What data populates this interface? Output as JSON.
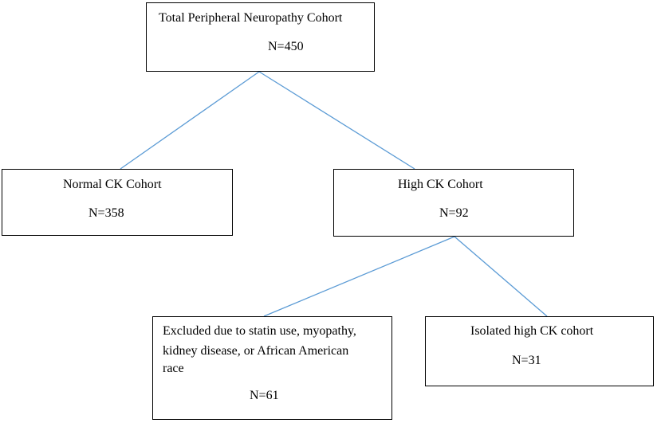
{
  "diagram": {
    "line_color": "#5b9bd5",
    "nodes": {
      "total": {
        "title": "Total Peripheral Neuropathy Cohort",
        "count": "N=450"
      },
      "normal_ck": {
        "title": "Normal CK Cohort",
        "count": "N=358"
      },
      "high_ck": {
        "title": "High CK Cohort",
        "count": "N=92"
      },
      "excluded": {
        "line1": "Excluded due to statin use, myopathy,",
        "line2": "kidney disease, or African American",
        "line3": "race",
        "count": "N=61"
      },
      "isolated": {
        "title": "Isolated high CK cohort",
        "count": "N=31"
      }
    }
  }
}
